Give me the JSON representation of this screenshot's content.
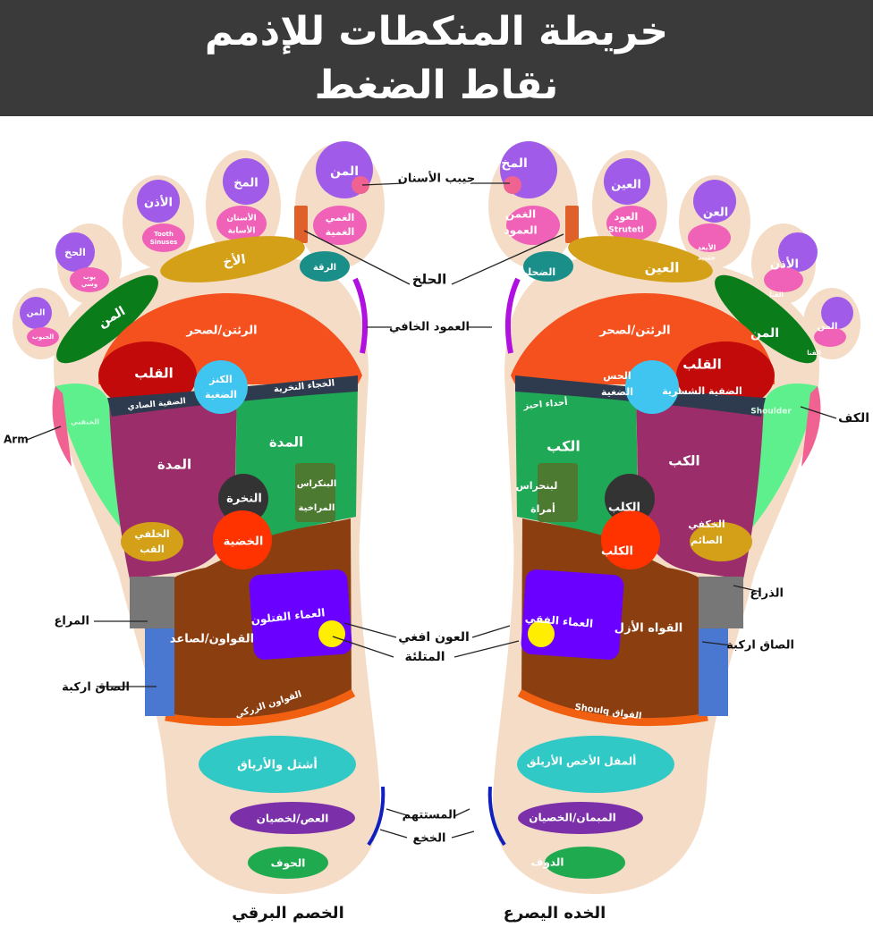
{
  "title": {
    "line1": "خريطة المنكطات للإذمم",
    "line2": "نقاط الضغط"
  },
  "colors": {
    "title_bar": "#3a3a3a",
    "skin": "#f5dcc6",
    "purple": "#a05ce8",
    "pink": "#f062b8",
    "orange_red": "#f4511e",
    "heart": "#c20a0a",
    "green": "#1fa855",
    "maroon": "#9b2d6a",
    "brown": "#8b3e10",
    "violet": "#6a00ff",
    "yellow": "#ffee00",
    "cyan": "#30c9c6"
  },
  "left_foot": {
    "caption": "الخصم البرقي",
    "labels": [
      "المن",
      "الغمي",
      "الغمية",
      "المخ",
      "الأسنان",
      "الأسابة",
      "الأذن",
      "Tooth",
      "Sinuses",
      "الحخ",
      "يوب",
      "وسي",
      "المن",
      "الجيوب",
      "الأخ",
      "المن",
      "الرقة",
      "الرئتن/لصحر",
      "القلب",
      "الكنز",
      "الضغية",
      "الخجاء النخرية",
      "الضفية الصادي",
      "الخنفني",
      "المدة",
      "المدة",
      "البنكراس",
      "المراخية",
      "النخرة",
      "الخضية",
      "الخلفي",
      "القب",
      "العماء الفتلون",
      "القواون/لصاعد",
      "القواون الزركي",
      "أشتل والأرياق",
      "العص/لخصيان",
      "الحوف"
    ]
  },
  "right_foot": {
    "caption": "الخده اليصرع",
    "labels": [
      "المخ",
      "الغمن",
      "العمود",
      "العين",
      "العود",
      "Strutetl",
      "العن",
      "الأبعد",
      "جتبيد",
      "الأذن",
      "القنا",
      "المن",
      "القنا",
      "الضحلي",
      "العين",
      "المن",
      "الرئتن/لصحر",
      "القلب",
      "الحس",
      "الضغية",
      "الضفية الشسرية",
      "أحداء احبز",
      "Shoulder",
      "الكب",
      "الكب",
      "لبنحراس",
      "أمراة",
      "الكلب",
      "الكلب",
      "الخكفي",
      "الصائم",
      "العماء الفقي",
      "القواه الأزل",
      "Shoulq القواق",
      "ألمفل الأخص الأريلق",
      "المبمان/الخصيان",
      "الدوف"
    ]
  },
  "callouts": [
    "جيبب الأسنان",
    "الحلخ",
    "العمود الخافي",
    "Arm",
    "الكف",
    "المراع",
    "الصاق اركبة",
    "الذراع",
    "الصاق اركبة",
    "العون افغي",
    "المتلئة",
    "المستتهم",
    "الخخع"
  ]
}
